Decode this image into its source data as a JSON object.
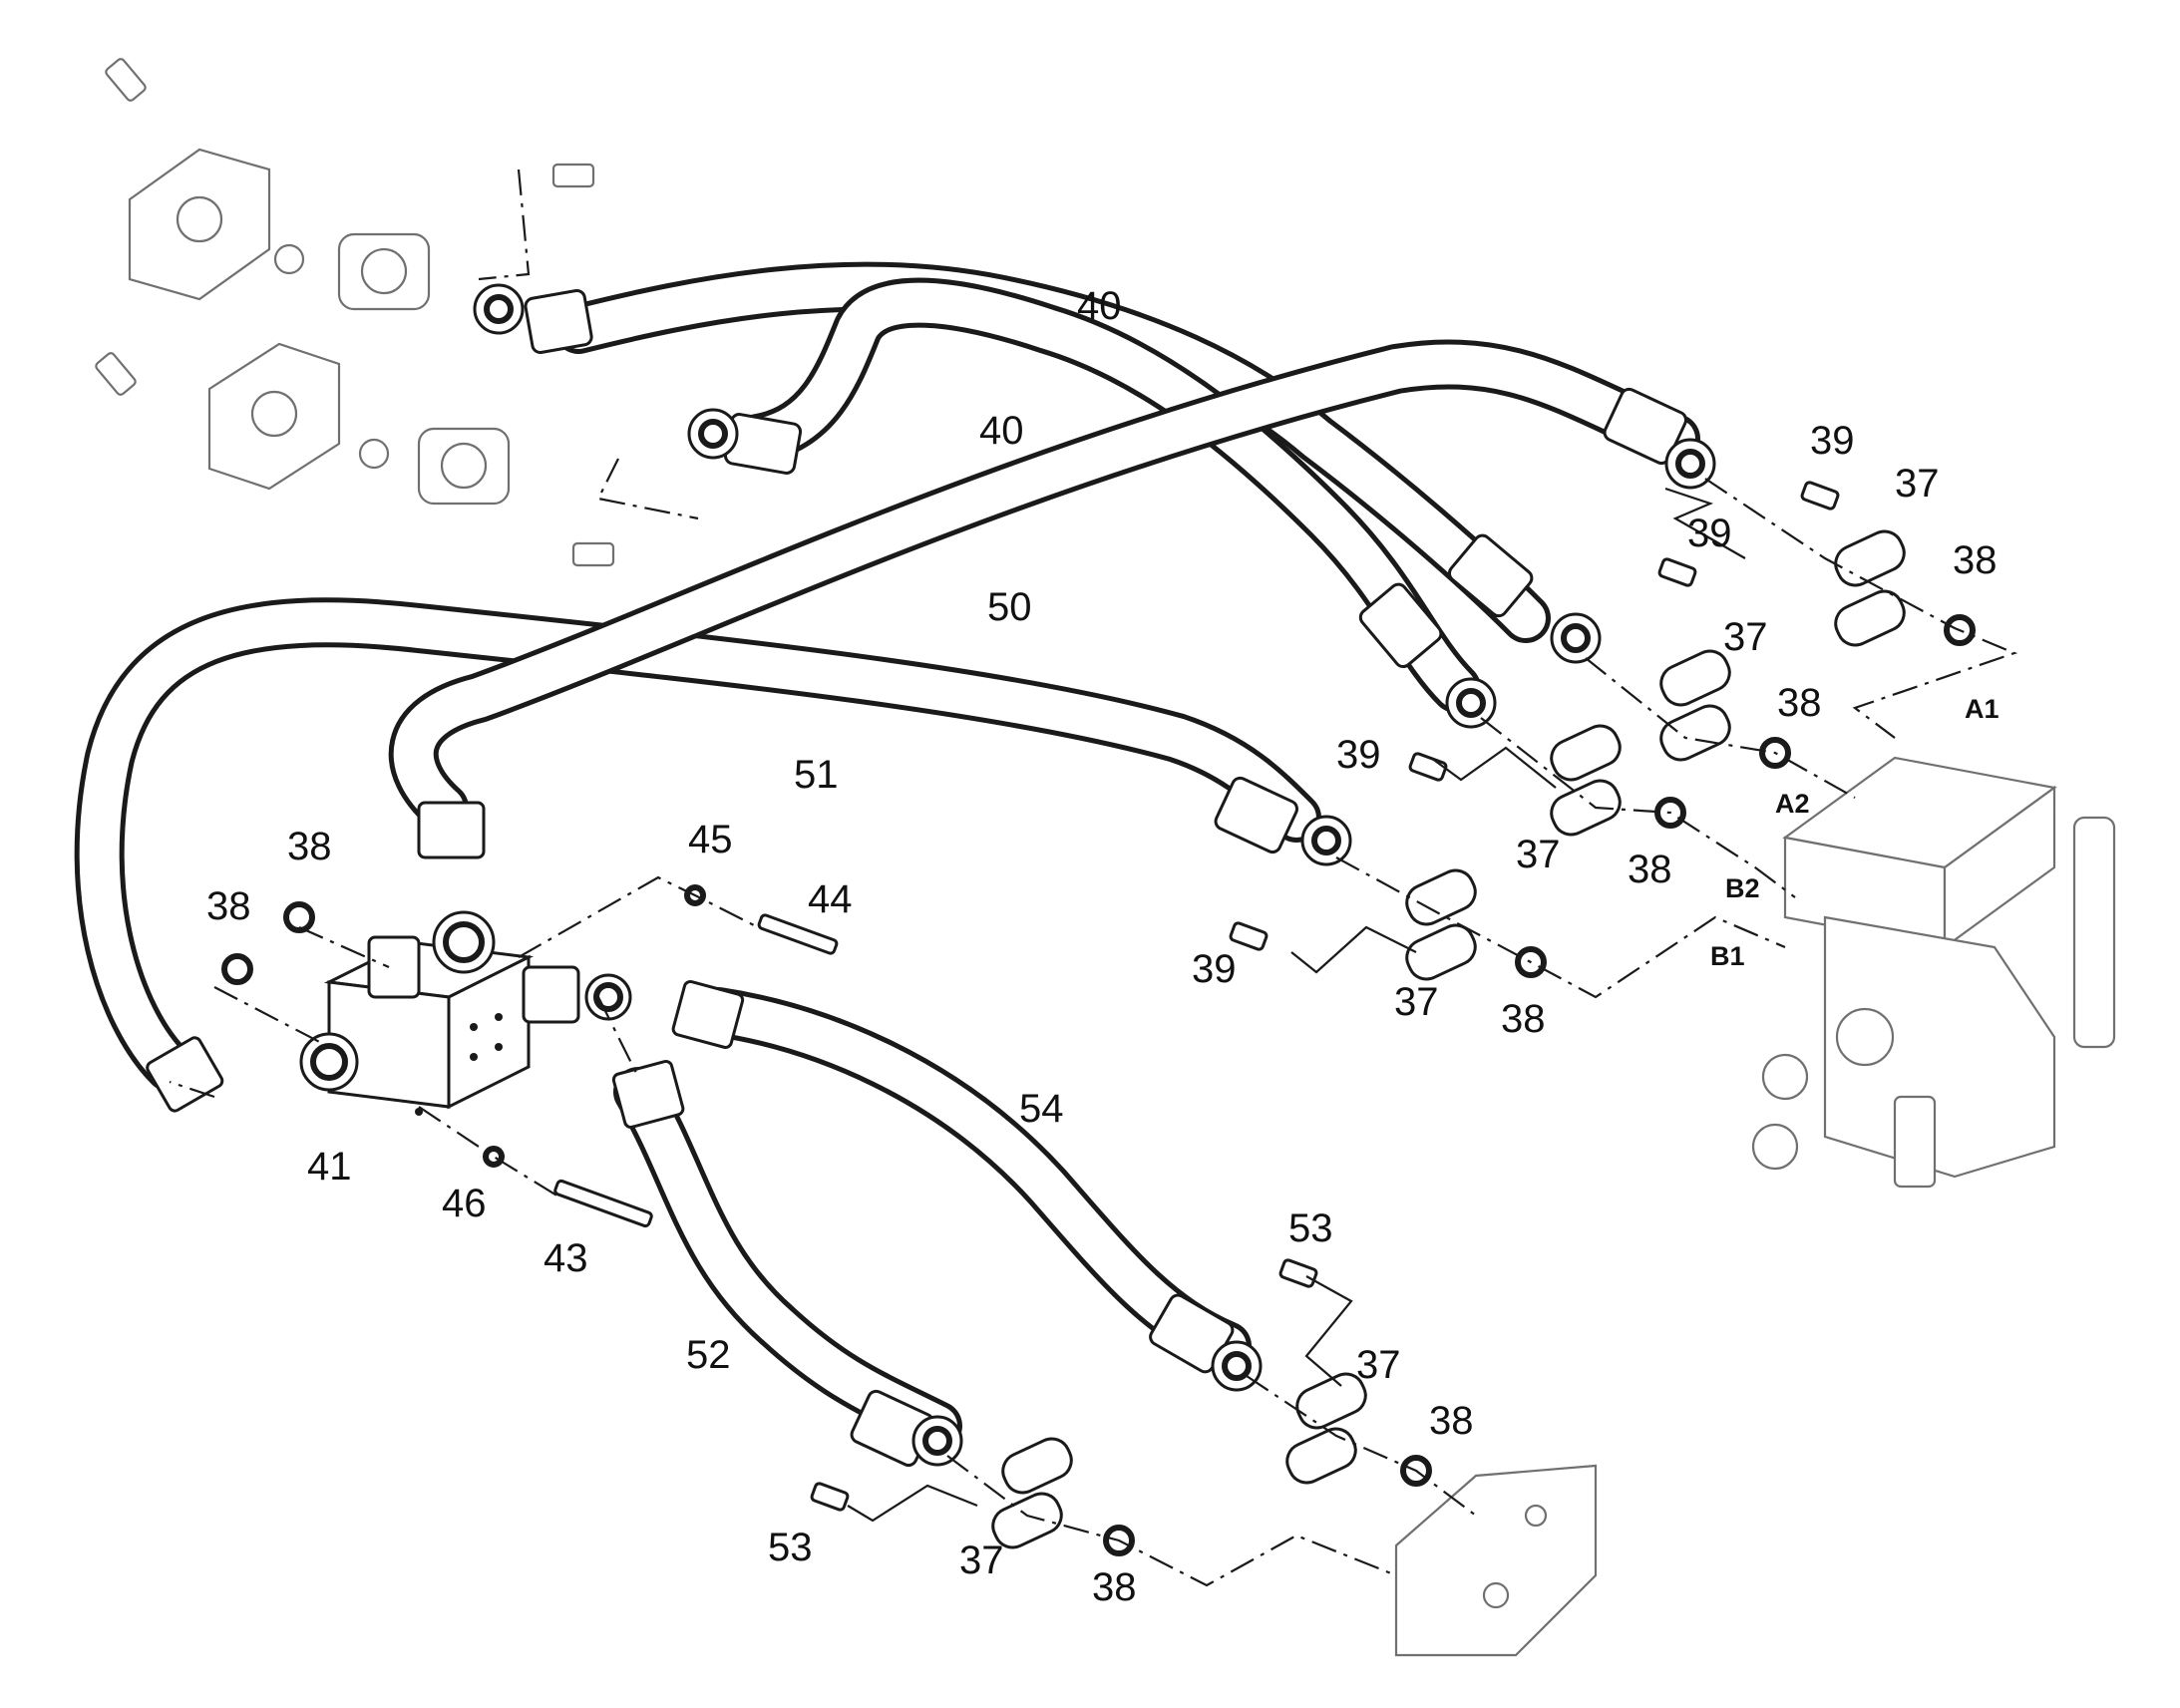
{
  "labels": [
    {
      "id": "l40a",
      "text": "40"
    },
    {
      "id": "l40b",
      "text": "40"
    },
    {
      "id": "l50",
      "text": "50"
    },
    {
      "id": "l51",
      "text": "51"
    },
    {
      "id": "l54",
      "text": "54"
    },
    {
      "id": "l52",
      "text": "52"
    },
    {
      "id": "l41",
      "text": "41"
    },
    {
      "id": "l46",
      "text": "46"
    },
    {
      "id": "l43",
      "text": "43"
    },
    {
      "id": "l45",
      "text": "45"
    },
    {
      "id": "l44",
      "text": "44"
    },
    {
      "id": "l38a",
      "text": "38"
    },
    {
      "id": "l38b",
      "text": "38"
    },
    {
      "id": "l39a",
      "text": "39"
    },
    {
      "id": "l37a",
      "text": "37"
    },
    {
      "id": "l38c",
      "text": "38"
    },
    {
      "id": "l39b",
      "text": "39"
    },
    {
      "id": "l37b",
      "text": "37"
    },
    {
      "id": "l38d",
      "text": "38"
    },
    {
      "id": "l39c",
      "text": "39"
    },
    {
      "id": "l37c",
      "text": "37"
    },
    {
      "id": "l38e",
      "text": "38"
    },
    {
      "id": "l39d",
      "text": "39"
    },
    {
      "id": "l37d",
      "text": "37"
    },
    {
      "id": "l38f",
      "text": "38"
    },
    {
      "id": "l53a",
      "text": "53"
    },
    {
      "id": "l37e",
      "text": "37"
    },
    {
      "id": "l38g",
      "text": "38"
    },
    {
      "id": "l53b",
      "text": "53"
    },
    {
      "id": "l37f",
      "text": "37"
    },
    {
      "id": "l38h",
      "text": "38"
    }
  ],
  "ports": [
    {
      "id": "pA1",
      "text": "A1"
    },
    {
      "id": "pA2",
      "text": "A2"
    },
    {
      "id": "pB2",
      "text": "B2"
    },
    {
      "id": "pB1",
      "text": "B1"
    }
  ]
}
